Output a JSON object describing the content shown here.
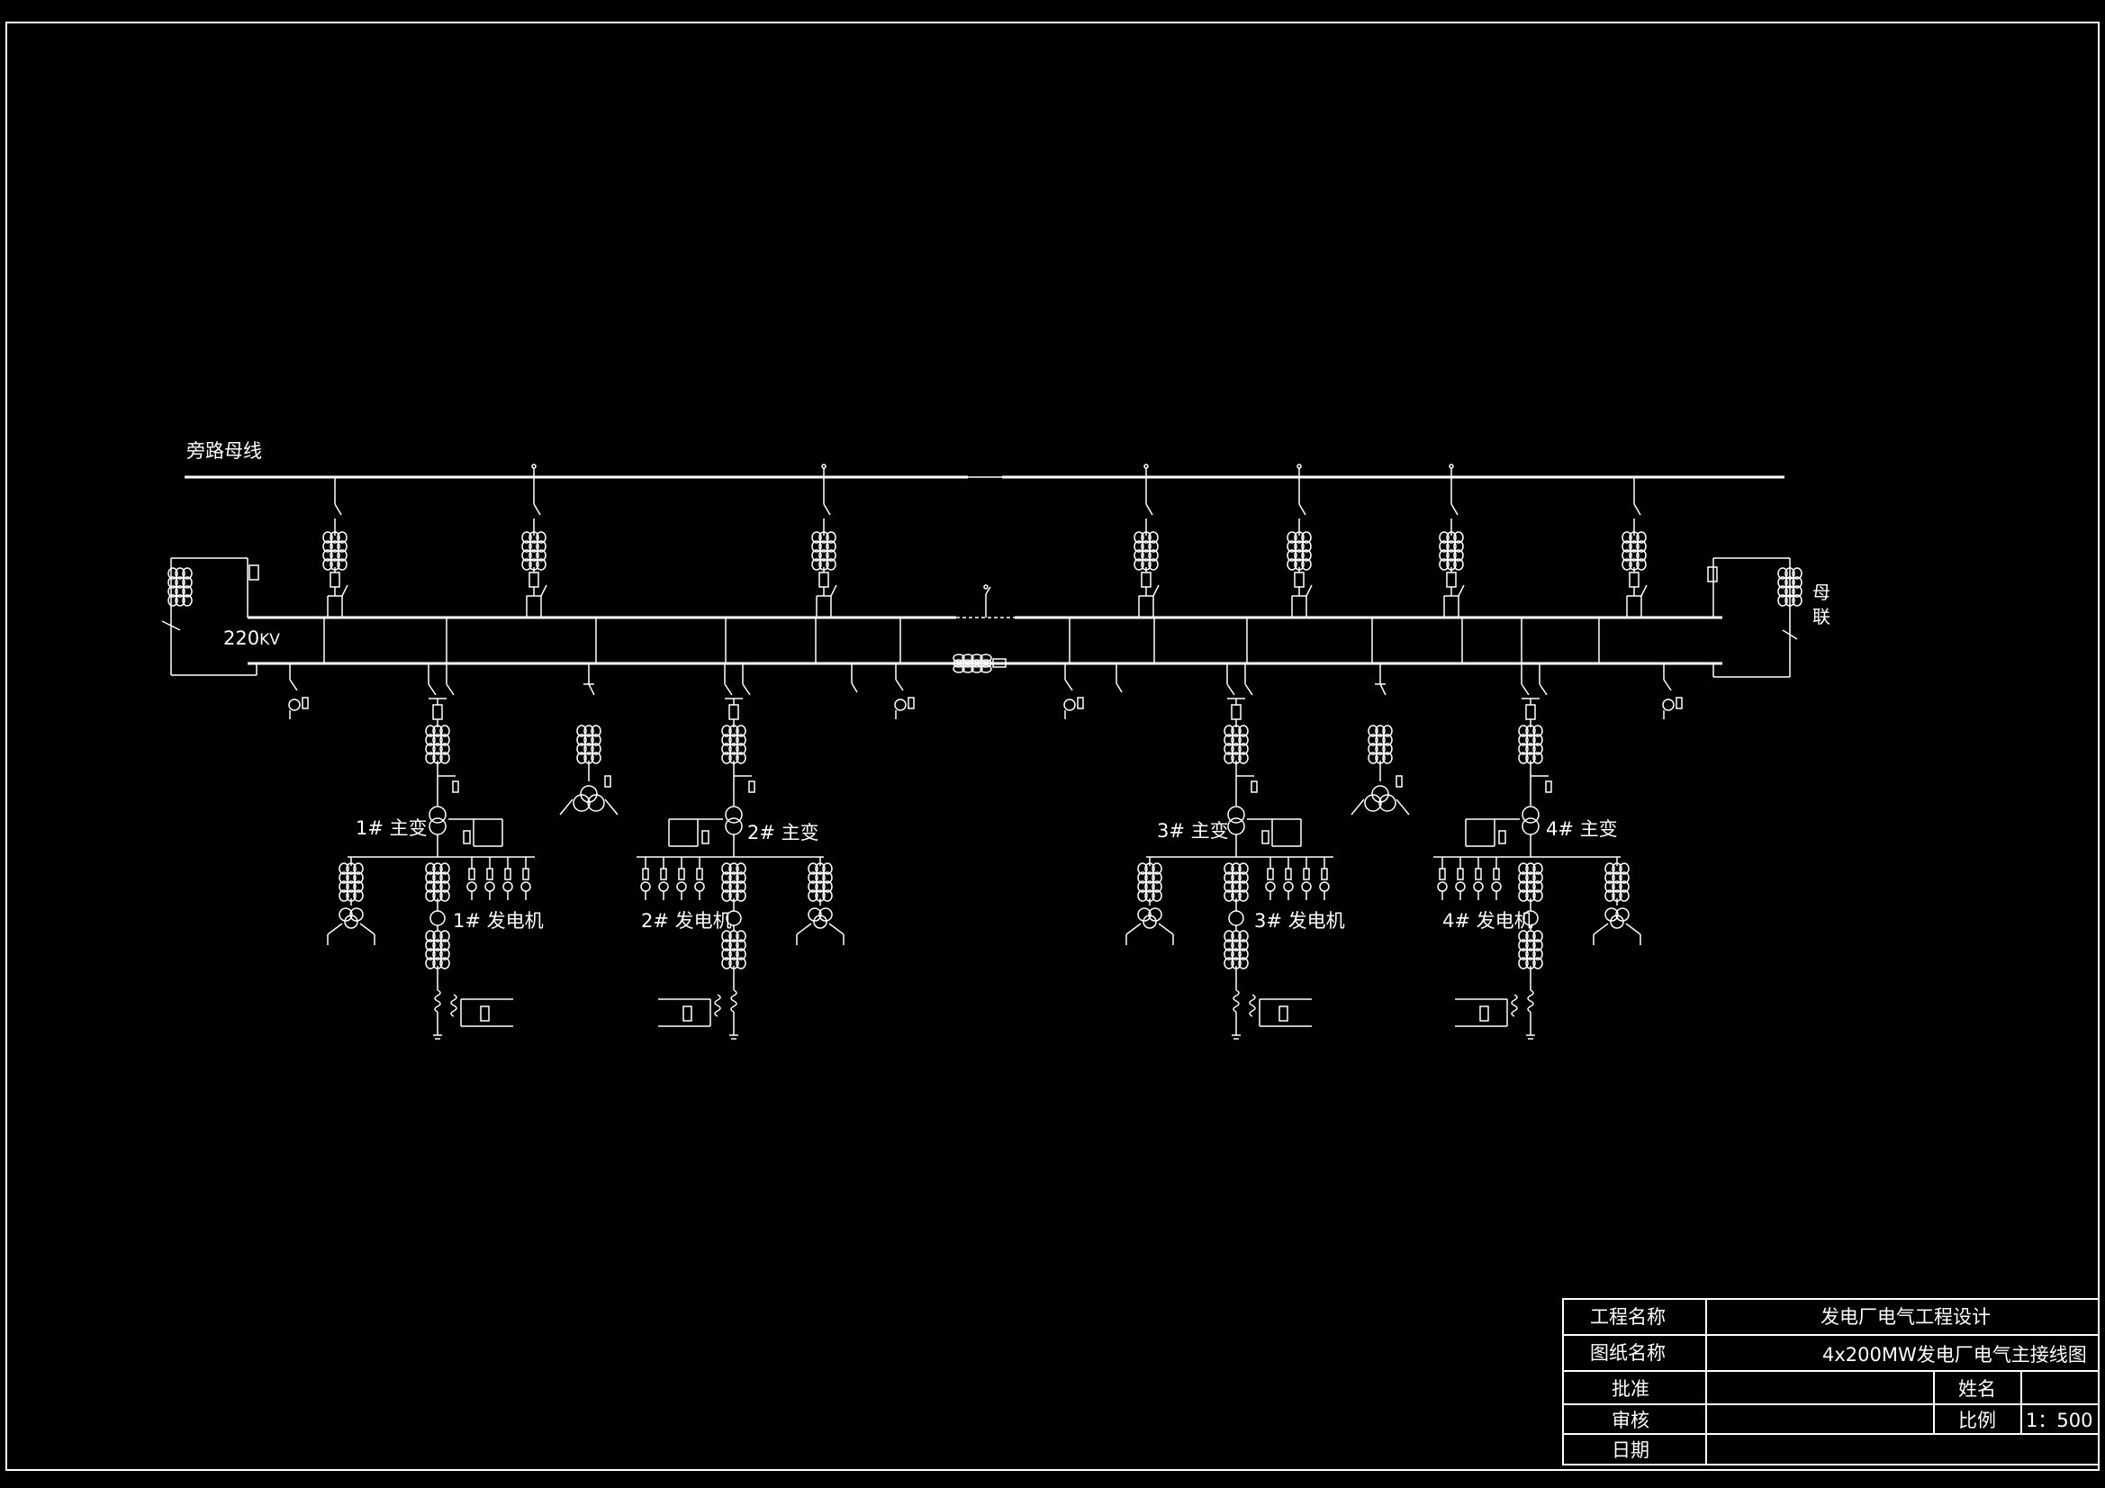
{
  "colors": {
    "background": "#000000",
    "line": "#ffffff"
  },
  "labels": {
    "bypass_bus": "旁路母线",
    "bus_voltage_num": "220",
    "bus_voltage_unit": "KV",
    "coupler_1": "母",
    "coupler_2": "联"
  },
  "units": [
    {
      "transformer": "1# 主变",
      "generator": "1# 发电机"
    },
    {
      "transformer": "2# 主变",
      "generator": "2# 发电机"
    },
    {
      "transformer": "3# 主变",
      "generator": "3# 发电机"
    },
    {
      "transformer": "4# 主变",
      "generator": "4# 发电机"
    }
  ],
  "title_block": {
    "project_label": "工程名称",
    "project_value": "发电厂电气工程设计",
    "drawing_label": "图纸名称",
    "drawing_value": "4x200MW发电厂电气主接线图",
    "approve_label": "批准",
    "name_label": "姓名",
    "review_label": "审核",
    "scale_label": "比例",
    "scale_value": "1：500",
    "date_label": "日期"
  }
}
